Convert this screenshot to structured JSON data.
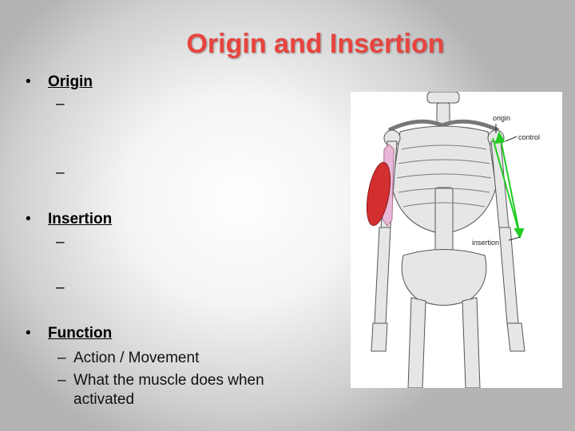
{
  "slide": {
    "title": "Origin and Insertion",
    "bullets": [
      {
        "label": "Origin",
        "subs": [
          "–",
          "–"
        ]
      },
      {
        "label": "Insertion",
        "subs": [
          "–",
          "–"
        ]
      },
      {
        "label": "Function",
        "subs": [
          "Action / Movement",
          "What the muscle does when activated"
        ]
      }
    ]
  },
  "figure": {
    "labels": {
      "origin": "origin",
      "control": "control",
      "insertion": "insertion"
    },
    "colors": {
      "muscle": "#d32f2f",
      "arrow": "#22cc22",
      "tendon": "#e8b8d8"
    }
  }
}
